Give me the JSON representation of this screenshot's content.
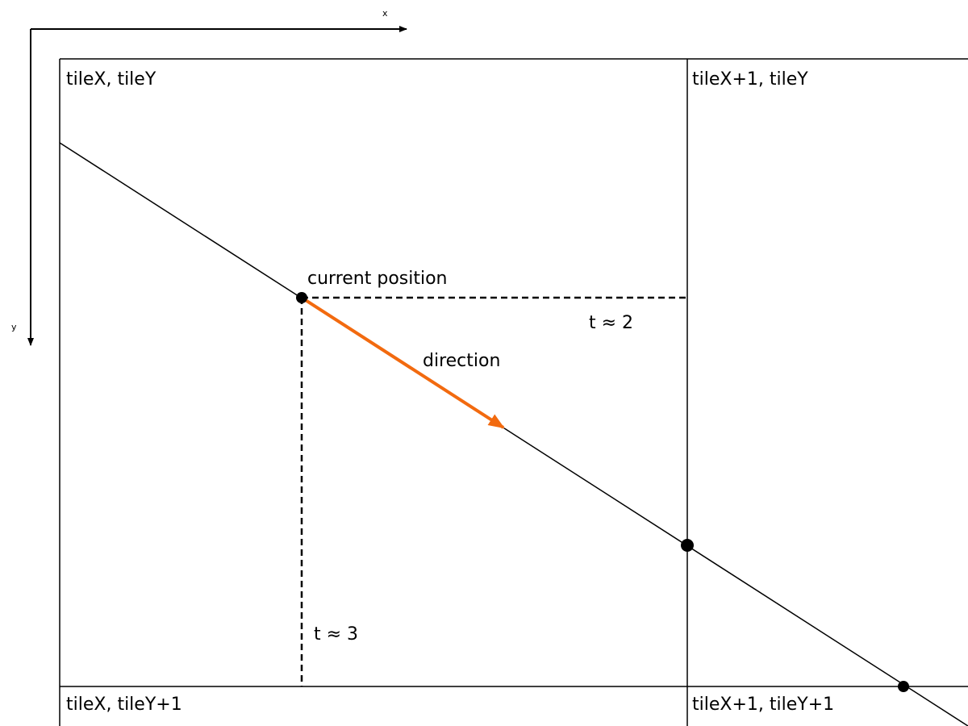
{
  "axes": {
    "x_label": "x",
    "y_label": "y"
  },
  "tiles": {
    "top_left": "tileX, tileY",
    "top_right": "tileX+1, tileY",
    "bottom_left": "tileX, tileY+1",
    "bottom_right": "tileX+1, tileY+1"
  },
  "annotations": {
    "current_position": "current position",
    "direction": "direction",
    "t_horizontal": "t ≈ 2",
    "t_vertical": "t ≈ 3"
  },
  "colors": {
    "direction_arrow": "#f26a0f",
    "lines": "#000000",
    "background": "#ffffff"
  }
}
